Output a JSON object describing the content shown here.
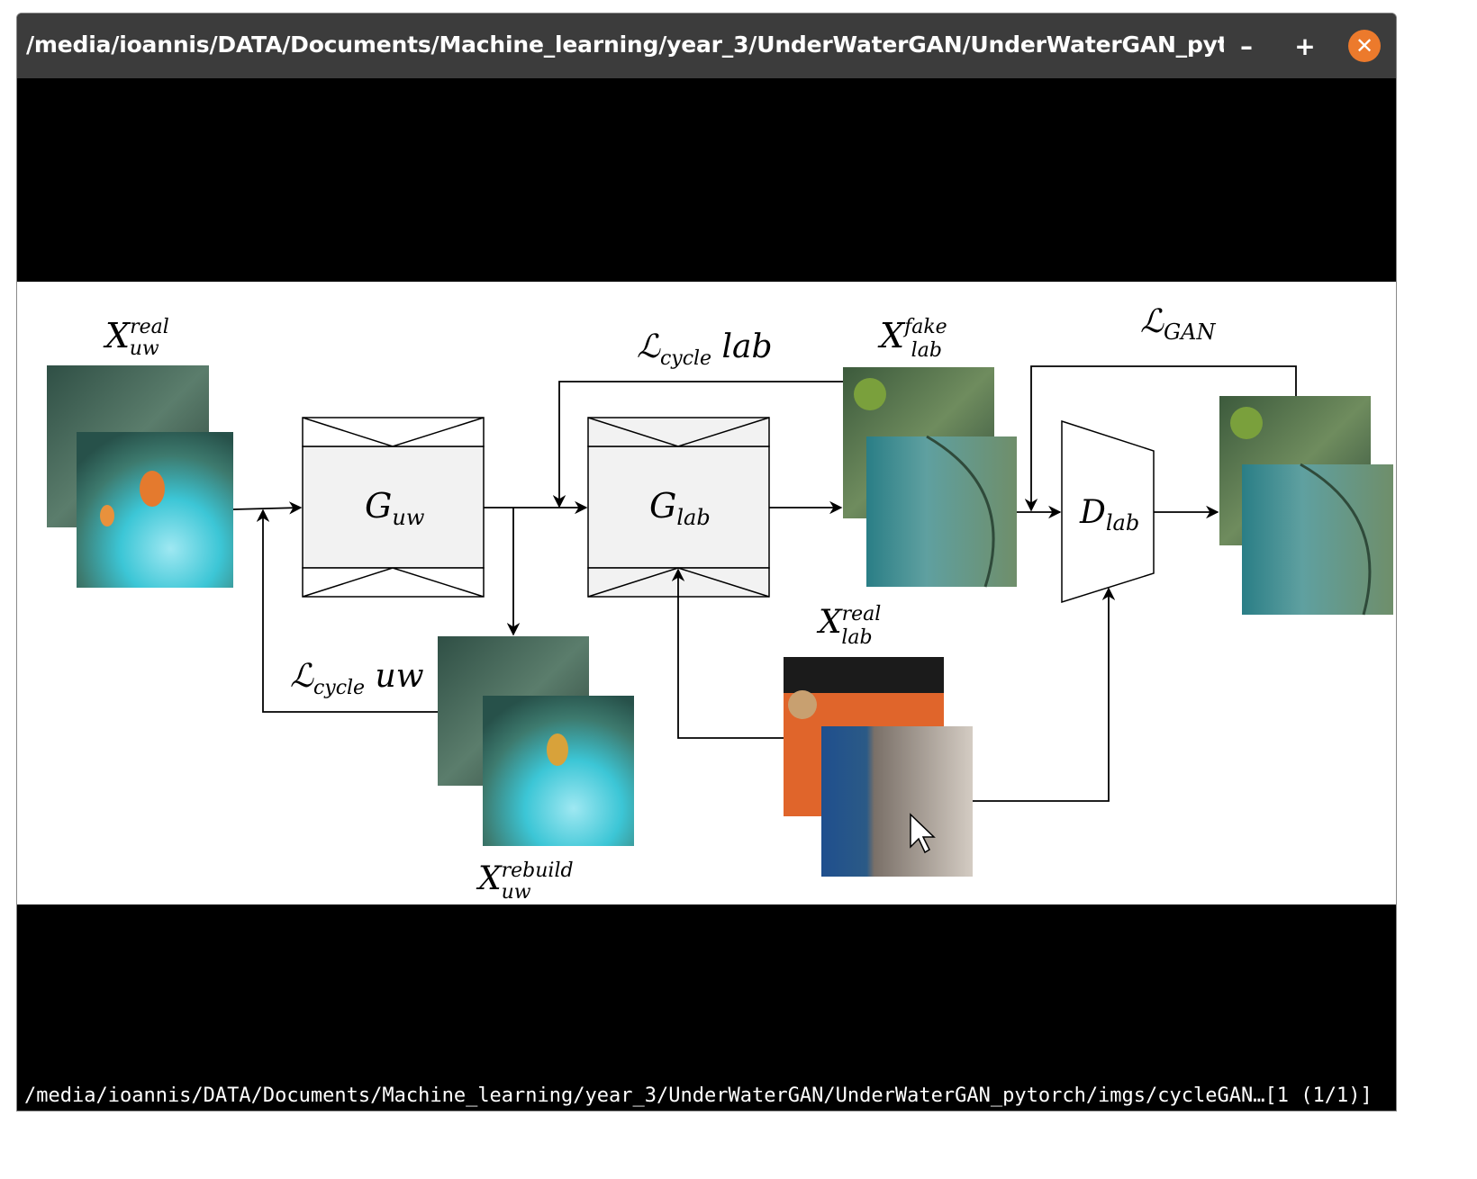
{
  "window": {
    "title": "/media/ioannis/DATA/Documents/Machine_learning/year_3/UnderWaterGAN/UnderWaterGAN_pytorch/imgs/cy…",
    "buttons": {
      "minimize": "–",
      "maximize": "+",
      "close": "✕"
    },
    "accent_close": "#ec7a2c"
  },
  "status": {
    "path": "/media/ioannis/DATA/Documents/Machine_learning/year_3/UnderWaterGAN/UnderWaterGAN_pytorch/imgs/cycleGAN…",
    "counter": "[1 (1/1)]"
  },
  "diagram": {
    "x_uw_real": {
      "base": "X",
      "sup": "real",
      "sub": "uw"
    },
    "x_lab_fake": {
      "base": "X",
      "sup": "fake",
      "sub": "lab"
    },
    "x_lab_real": {
      "base": "X",
      "sup": "real",
      "sub": "lab"
    },
    "x_uw_rebuild": {
      "base": "X",
      "sup": "rebuild",
      "sub": "uw"
    },
    "g_uw": {
      "base": "G",
      "sub": "uw"
    },
    "g_lab": {
      "base": "G",
      "sub": "lab"
    },
    "d_lab": {
      "base": "D",
      "sub": "lab"
    },
    "l_cycle_lab": {
      "base": "ℒ",
      "sub": "cycle",
      "after": " lab"
    },
    "l_cycle_uw": {
      "base": "ℒ",
      "sub": "cycle",
      "after": " uw"
    },
    "l_gan": {
      "base": "ℒ",
      "sub": "GAN"
    }
  },
  "colors": {
    "underwater_dark": "#3d6456",
    "underwater_cyan": "#3cc6d6",
    "lab_orange": "#e0652b",
    "lab_concrete": "#c9c1b8",
    "lab_green": "#4c6e52",
    "lab_blue": "#2c5a8a"
  }
}
